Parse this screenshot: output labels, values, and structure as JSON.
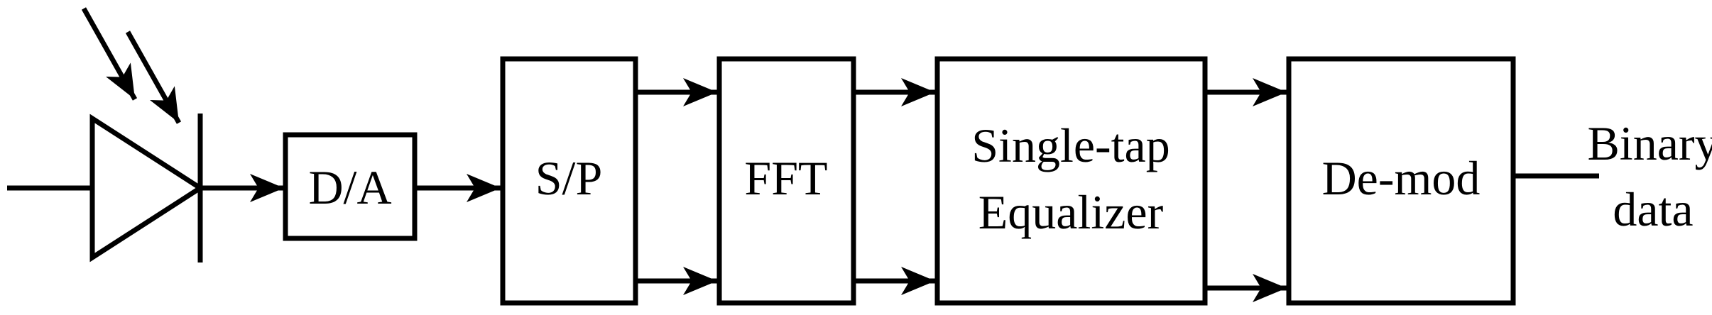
{
  "diagram": {
    "blocks": {
      "da": "D/A",
      "sp": "S/P",
      "fft": "FFT",
      "equalizer_line1": "Single-tap",
      "equalizer_line2": "Equalizer",
      "demod": "De-mod"
    },
    "output_label_line1": "Binary",
    "output_label_line2": "data"
  }
}
